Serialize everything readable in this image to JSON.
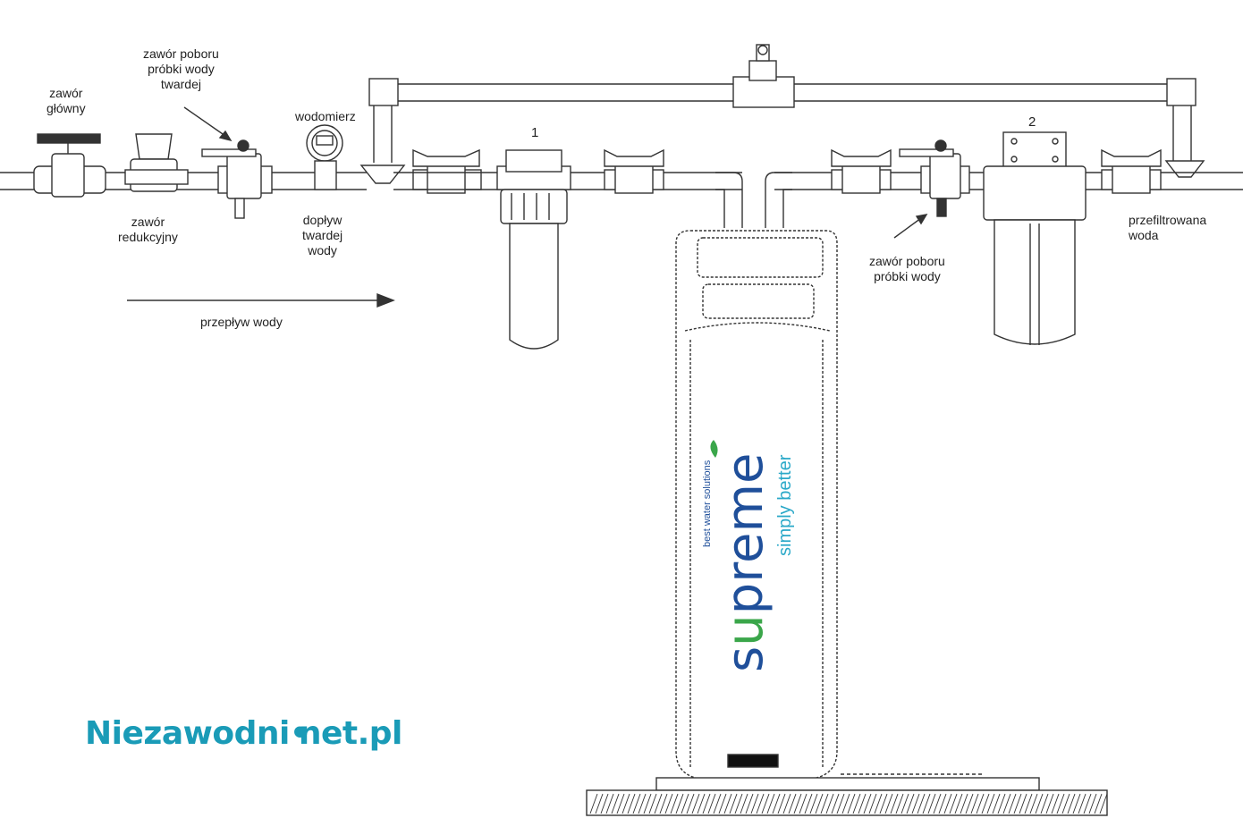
{
  "labels": {
    "main_valve": [
      "zawór",
      "główny"
    ],
    "reducing_valve": [
      "zawór",
      "redukcyjny"
    ],
    "hard_sample_valve": [
      "zawór poboru",
      "próbki wody",
      "twardej"
    ],
    "water_meter": "wodomierz",
    "hard_inflow": [
      "dopływ",
      "twardej",
      "wody"
    ],
    "flow": "przepływ wody",
    "sample_valve": [
      "zawór poboru",
      "próbki wody"
    ],
    "filtered": [
      "przefiltrowana",
      "woda"
    ],
    "filter1": "1",
    "filter2": "2"
  },
  "softener": {
    "brand": "supreme",
    "brand_tag": "best water solutions",
    "slogan": "simply better",
    "colors": {
      "brand_blue": "#1f4f9a",
      "brand_green": "#3aa64a",
      "slogan": "#2aa8c8"
    }
  },
  "watermark": {
    "text_before": "Niezawodni",
    "text_after": "net.pl",
    "color": "#1a9bb7"
  }
}
